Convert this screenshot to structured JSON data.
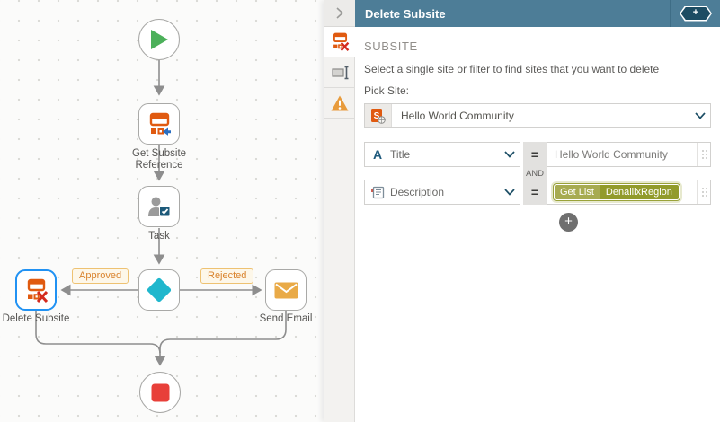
{
  "panel": {
    "header": {
      "title": "Delete Subsite",
      "add_label": "+"
    },
    "tabs": [
      {
        "name": "delete-subsite-config",
        "icon": "delete-subsite-icon",
        "active": true
      },
      {
        "name": "rename",
        "icon": "rename-icon",
        "active": false
      },
      {
        "name": "warnings",
        "icon": "warning-icon",
        "active": false
      }
    ],
    "section": {
      "heading": "SUBSITE",
      "description": "Select a single site or filter to find sites that you want to delete",
      "pick_site_label": "Pick Site:",
      "site_picker": {
        "value": "Hello World Community",
        "icon": "sharepoint-site-icon"
      },
      "filters": [
        {
          "field": "Title",
          "field_icon": "text-type-icon",
          "operator": "=",
          "value": "Hello World Community"
        },
        {
          "field": "Description",
          "field_icon": "description-icon",
          "operator": "=",
          "token": {
            "source": "Get List",
            "value": "DenallixRegion"
          }
        }
      ],
      "conjunction": "AND",
      "add_filter_label": "+"
    }
  },
  "canvas": {
    "nodes": [
      {
        "id": "start",
        "type": "start",
        "label": ""
      },
      {
        "id": "get-subsite-reference",
        "type": "step",
        "label": "Get Subsite Reference"
      },
      {
        "id": "task",
        "type": "step",
        "label": "Task"
      },
      {
        "id": "decision",
        "type": "decision",
        "label": ""
      },
      {
        "id": "delete-subsite",
        "type": "step",
        "label": "Delete Subsite",
        "selected": true
      },
      {
        "id": "send-email",
        "type": "step",
        "label": "Send Email"
      },
      {
        "id": "end",
        "type": "end",
        "label": ""
      }
    ],
    "edge_labels": [
      {
        "text": "Approved"
      },
      {
        "text": "Rejected"
      }
    ]
  },
  "colors": {
    "header_teal": "#4d7d97",
    "selected_blue": "#2192f3",
    "play_green": "#4cb05a",
    "stop_red": "#e8403a",
    "decision_teal": "#20b7cd",
    "step_orange": "#e05a10",
    "delete_red": "#d42b1e",
    "envelope_orange": "#e9aa47",
    "warning_orange": "#e89b3c",
    "chip_orange_text": "#d9822b",
    "token_olive": "#929b2b"
  }
}
